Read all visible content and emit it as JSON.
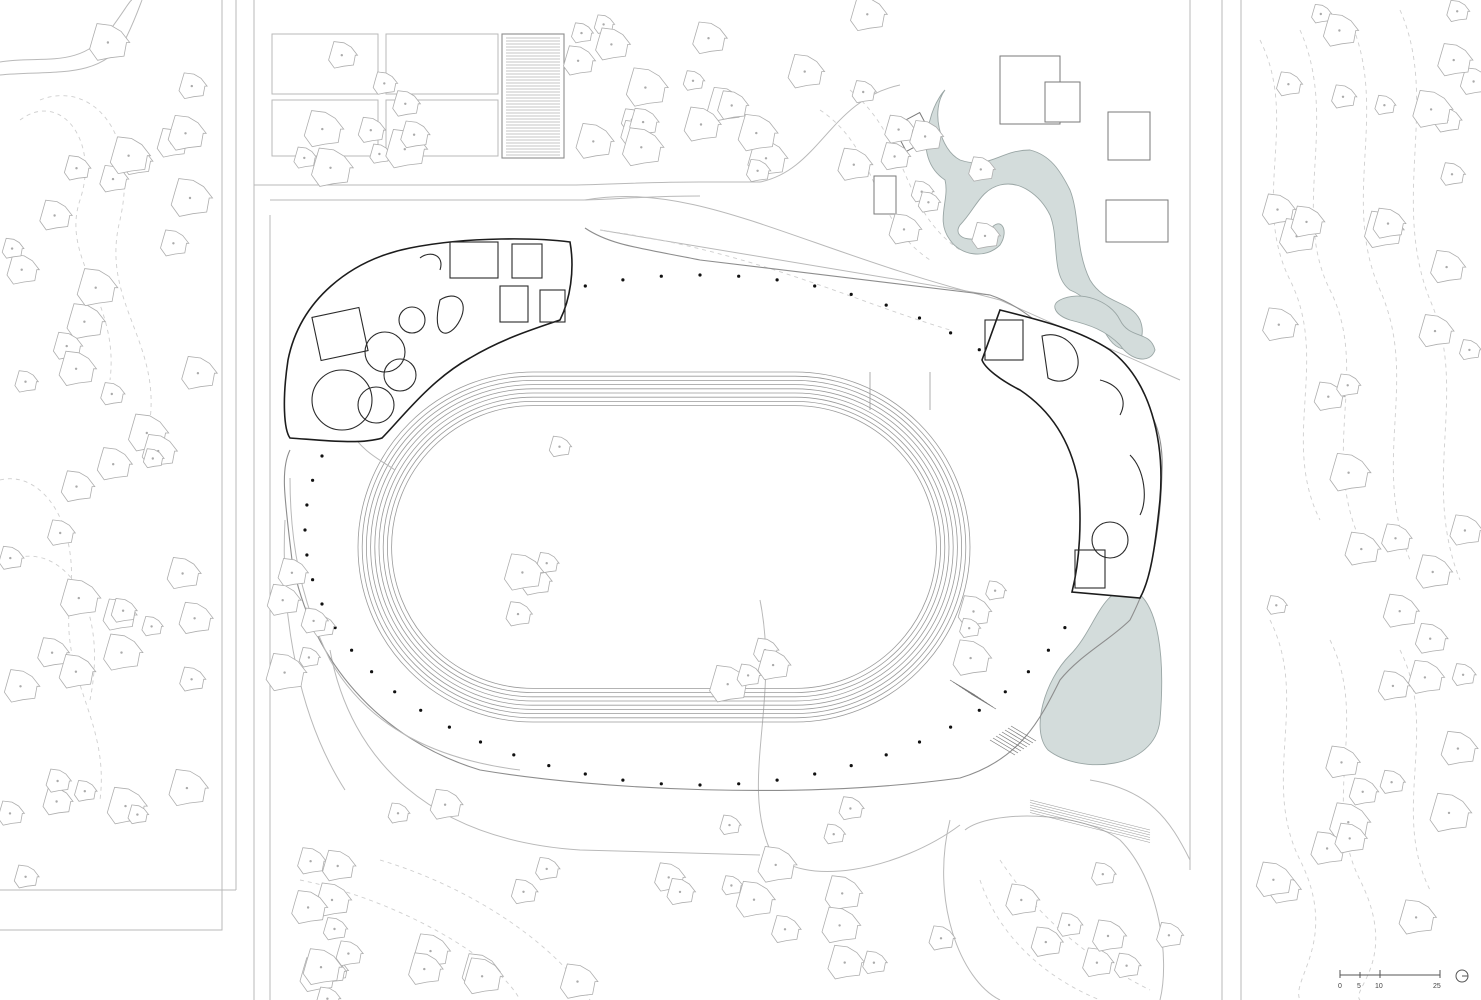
{
  "scale_bar": {
    "ticks": [
      "0",
      "5",
      "10",
      "25"
    ]
  }
}
